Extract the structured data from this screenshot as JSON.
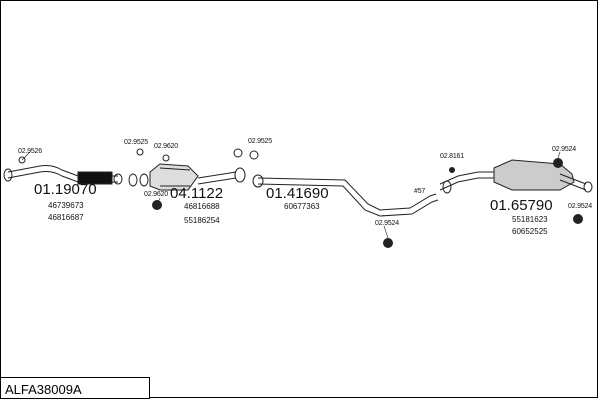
{
  "kit_code": "ALFA38009A",
  "sections": [
    {
      "part_no": "01.19070",
      "refs": [
        "46739673",
        "46816687"
      ]
    },
    {
      "part_no": "04.1122",
      "refs": [
        "46816688",
        "55186254"
      ]
    },
    {
      "part_no": "01.41690",
      "refs": [
        "60677363"
      ]
    },
    {
      "part_no": "01.65790",
      "refs": [
        "55181623",
        "60652525"
      ]
    }
  ],
  "fittings": [
    "02.9526",
    "02.9525",
    "02.9620",
    "02.9620",
    "02.9525",
    "02.9524",
    "02.8161",
    "02.9524",
    "02.9524",
    "#57"
  ]
}
